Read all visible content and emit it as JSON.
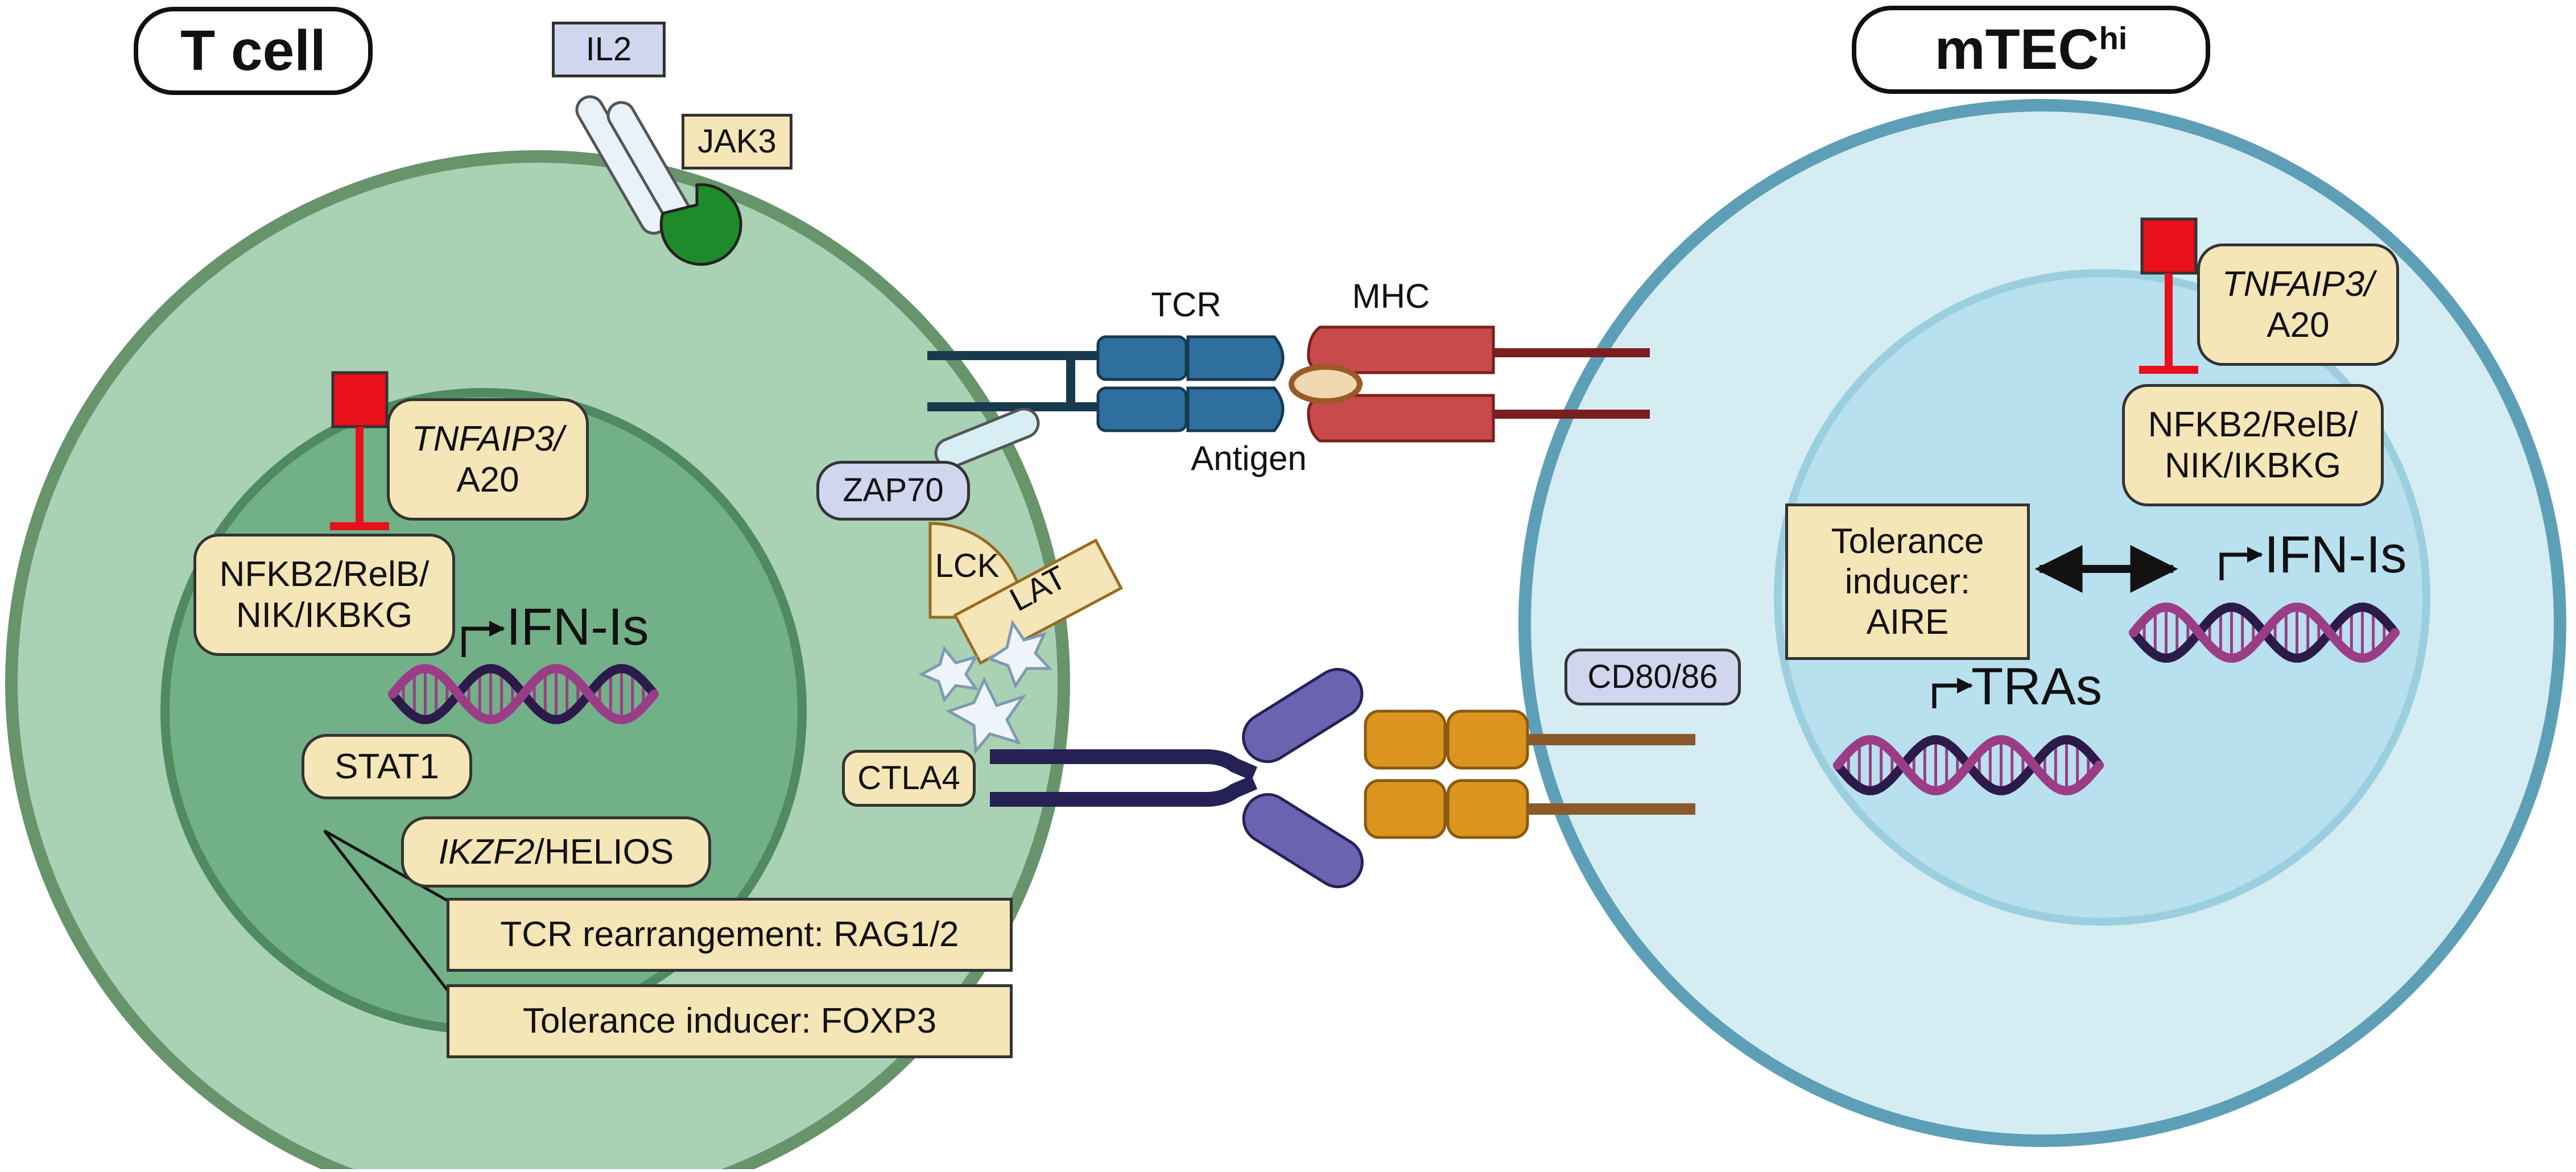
{
  "titles": {
    "t_cell": "T cell",
    "mtec_base": "mTEC",
    "mtec_sup": "hi"
  },
  "receptors": {
    "il2": "IL2",
    "jak3": "JAK3",
    "tcr": "TCR",
    "mhc": "MHC",
    "antigen": "Antigen",
    "zap70": "ZAP70",
    "lck": "LCK",
    "lat": "LAT",
    "ctla4": "CTLA4",
    "cd80_86": "CD80/86"
  },
  "t_cell": {
    "tnfaip3_italic": "TNFAIP3/",
    "tnfaip3_line2": "A20",
    "nfkb_line1": "NFKB2/RelB/",
    "nfkb_line2": "NIK/IKBKG",
    "ifn": "IFN-Is",
    "stat1": "STAT1",
    "ikzf2_italic": "IKZF2",
    "ikzf2_rest": "/HELIOS",
    "rag": "TCR rearrangement: RAG1/2",
    "foxp3": "Tolerance inducer: FOXP3"
  },
  "mtec": {
    "tnfaip3_italic": "TNFAIP3/",
    "tnfaip3_line2": "A20",
    "nfkb_line1": "NFKB2/RelB/",
    "nfkb_line2": "NIK/IKBKG",
    "aire_line1": "Tolerance",
    "aire_line2": "inducer:",
    "aire_line3": "AIRE",
    "ifn": "IFN-Is",
    "tras": "TRAs"
  },
  "colors": {
    "tcell_outer_fill": "#a9d1b3",
    "tcell_outer_stroke": "#67946a",
    "tcell_nucleus_fill": "#72b088",
    "tcell_nucleus_stroke": "#4f8a60",
    "mtec_outer_fill": "#d5ecf3",
    "mtec_outer_stroke": "#5e9fb8",
    "mtec_nucleus_fill": "#b8e0ee",
    "mtec_nucleus_stroke": "#9bcfe0",
    "inhibitor_red": "#e8101a",
    "tcr_blue": "#2f6fa0",
    "mhc_red": "#c94a4a",
    "ctla4_purple": "#6b63b0",
    "cd80_orange": "#dc9420",
    "dna_purple": "#9b3d86",
    "dna_dark": "#2b1a4a"
  }
}
